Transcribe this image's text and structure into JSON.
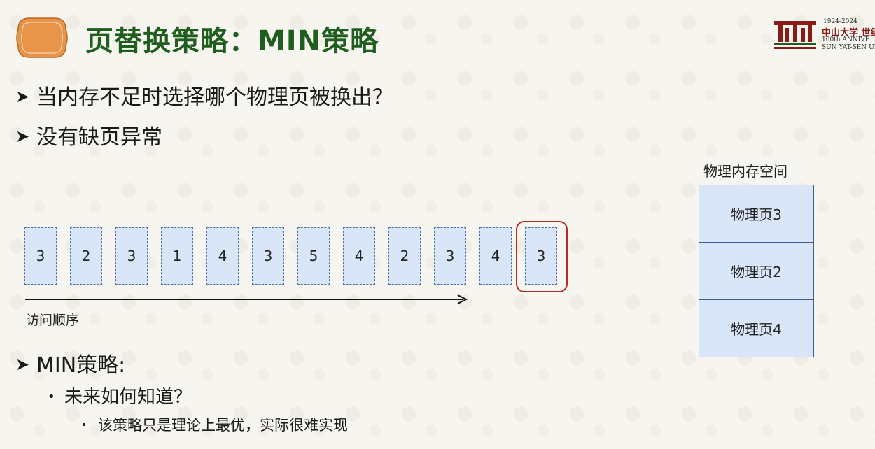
{
  "title": "页替换策略：MIN策略",
  "logo": {
    "years": "1924-2024",
    "cn": "中山大学 世纪",
    "en_line1": "100th ANNIVE",
    "en_line2": "SUN YAT-SEN UNIV"
  },
  "bullets": [
    "当内存不足时选择哪个物理页被换出？",
    "没有缺页异常"
  ],
  "sequence": {
    "items": [
      "3",
      "2",
      "3",
      "1",
      "4",
      "3",
      "5",
      "4",
      "2",
      "3",
      "4",
      "3"
    ],
    "highlighted_index": 11,
    "axis_label": "访问顺序"
  },
  "memory": {
    "label": "物理内存空间",
    "slots": [
      "物理页3",
      "物理页2",
      "物理页4"
    ]
  },
  "min_section": {
    "heading": "MIN策略:",
    "sub1": "未来如何知道？",
    "sub2": "该策略只是理论上最优，实际很难实现"
  },
  "colors": {
    "title_green": "#1f5e1f",
    "box_fill": "#d9e6f8",
    "highlight_red": "#b52e25",
    "badge_orange": "#e8954a"
  }
}
